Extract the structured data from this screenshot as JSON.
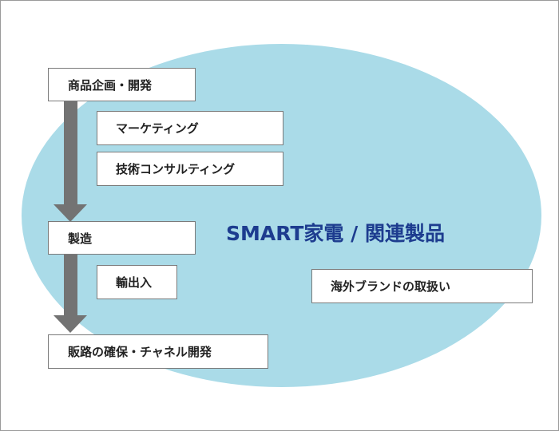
{
  "diagram": {
    "steps": {
      "planning": "商品企画・開発",
      "marketing": "マーケティング",
      "tech_consulting": "技術コンサルティング",
      "manufacturing": "製造",
      "import_export": "輸出入",
      "sales_channel": "販路の確保・チャネル開発"
    },
    "center_title": "SMART家電 / 関連製品",
    "overseas_brands": "海外ブランドの取扱い"
  },
  "colors": {
    "ellipse_fill": "#aadbe8",
    "arrow": "#737373",
    "title_text": "#1d3c8f",
    "box_border": "#7a7a7a"
  }
}
